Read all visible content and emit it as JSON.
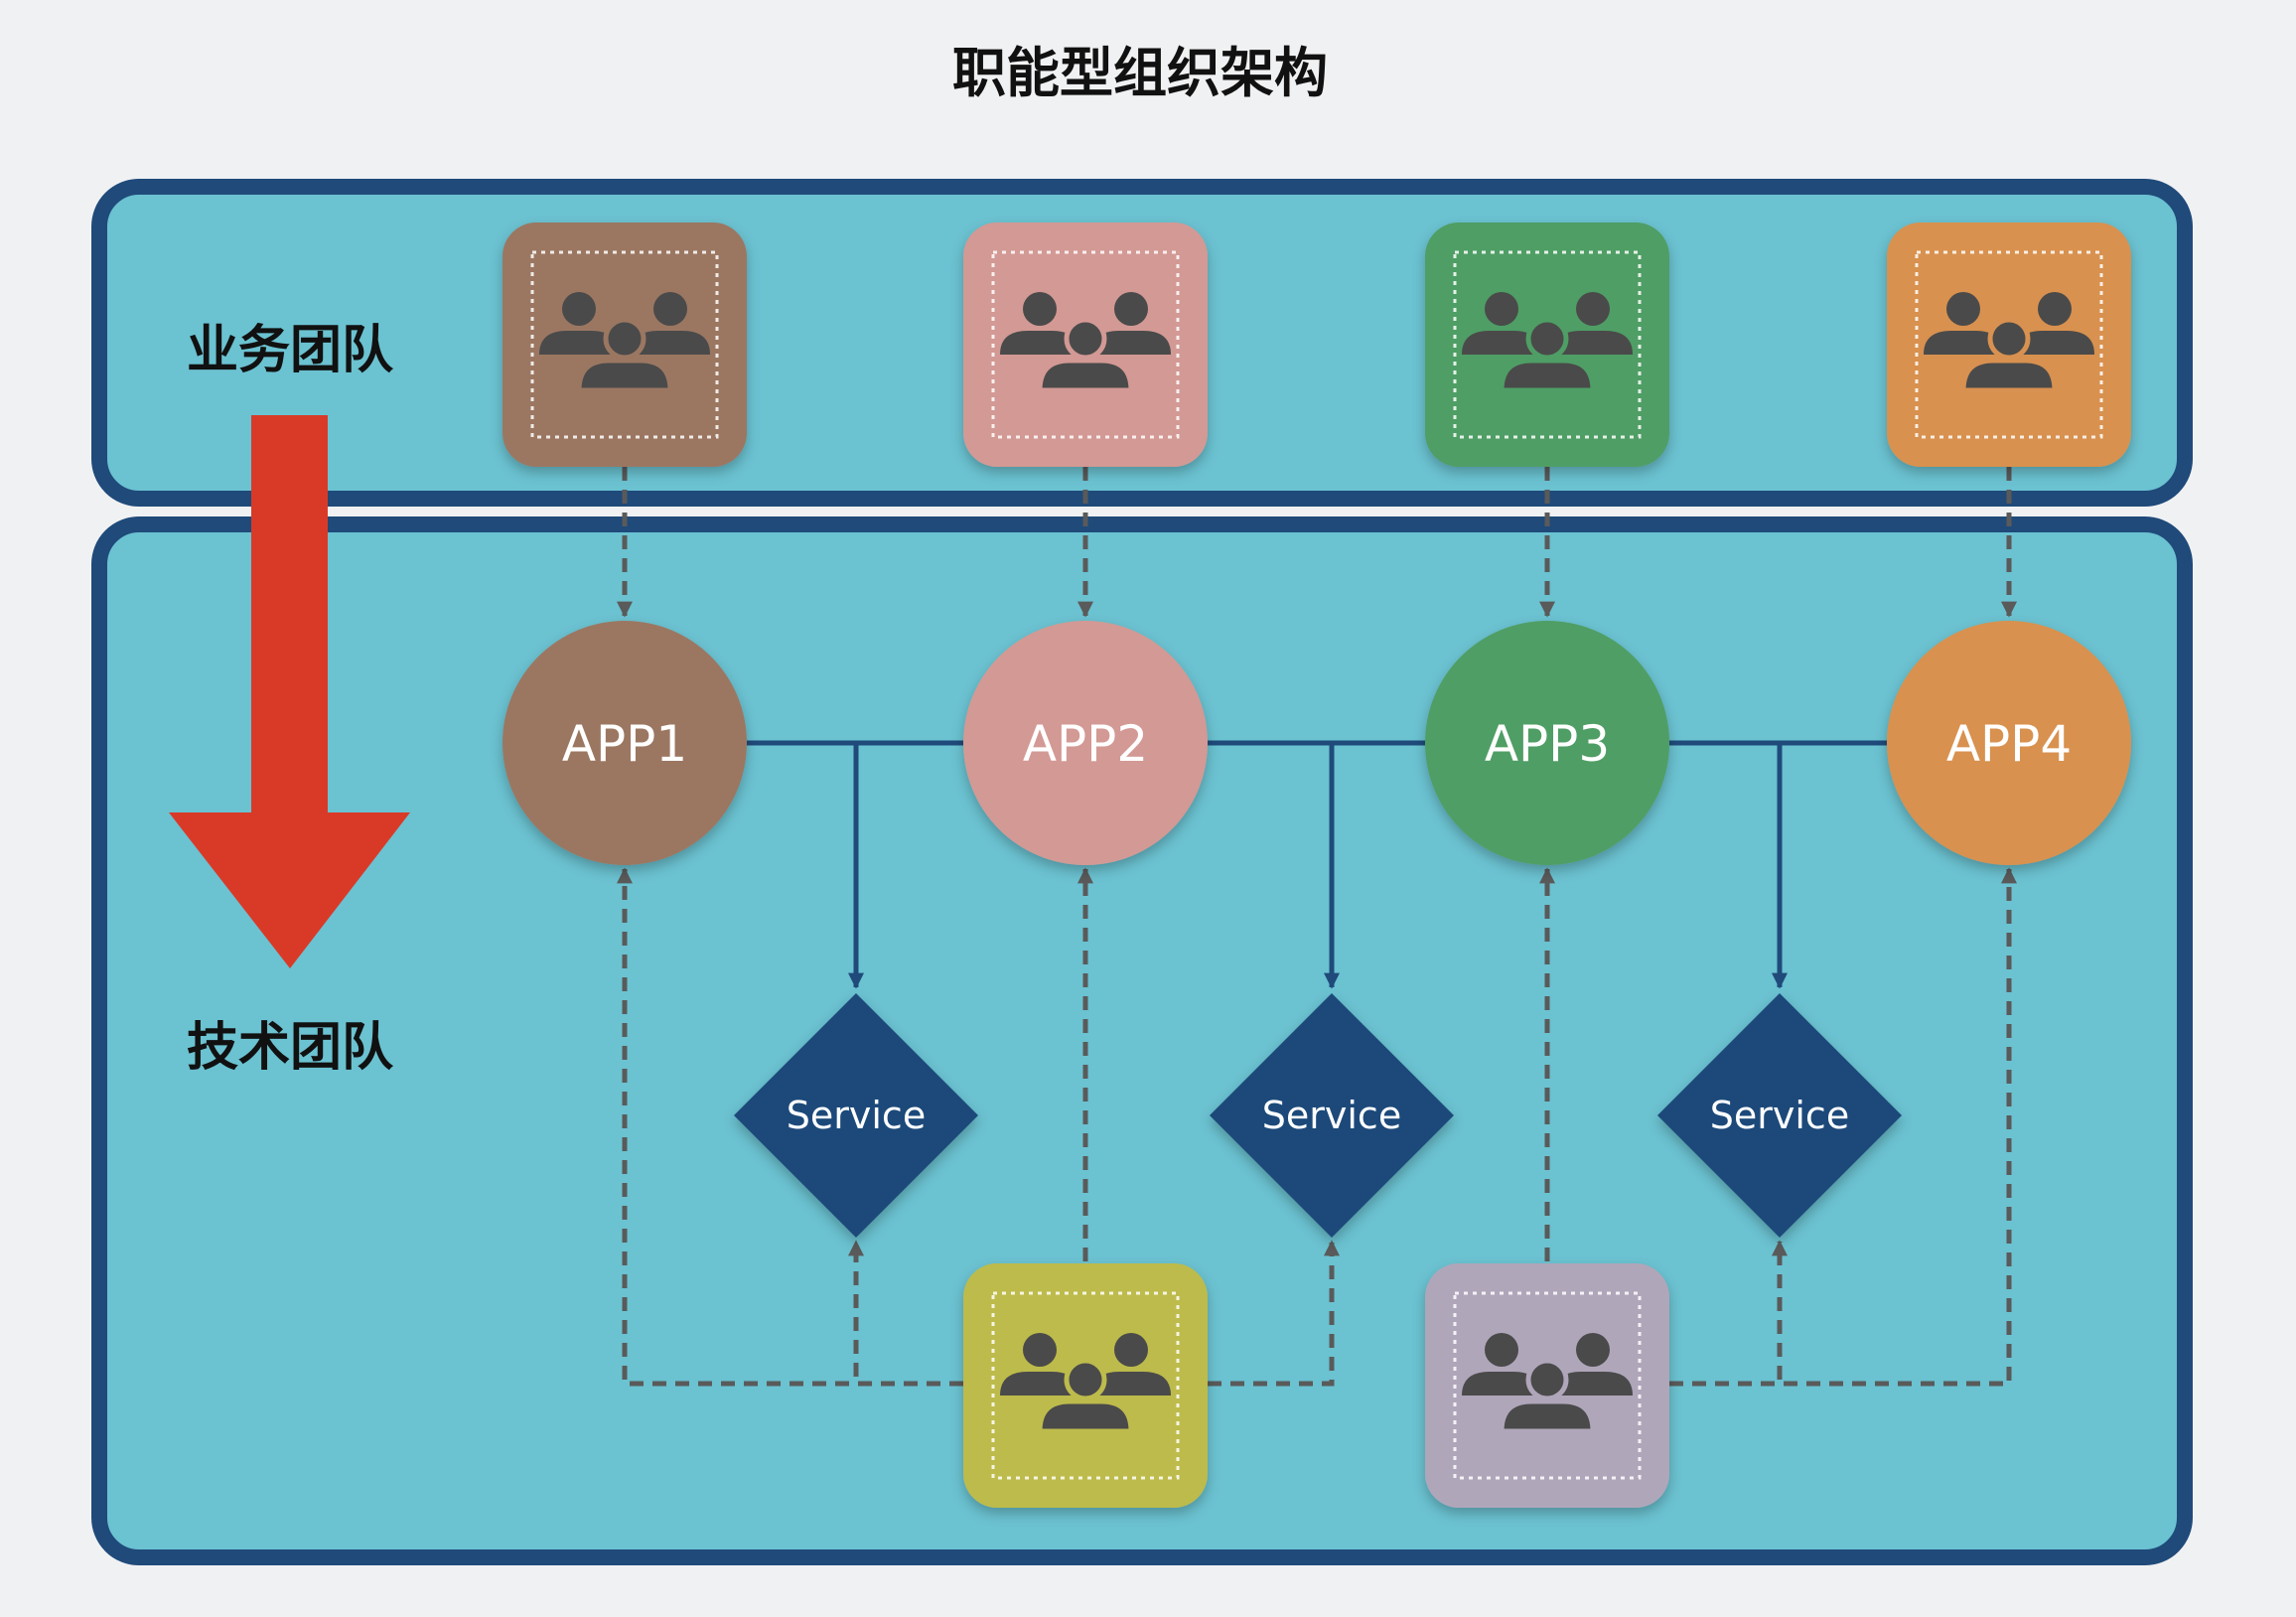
{
  "title": "职能型组织架构",
  "business_layer": {
    "label": "业务团队",
    "teams": [
      {
        "color": "#9b7762",
        "icon": "people-group-icon"
      },
      {
        "color": "#d39994",
        "icon": "people-group-icon"
      },
      {
        "color": "#4f9e65",
        "icon": "people-group-icon"
      },
      {
        "color": "#d89150",
        "icon": "people-group-icon"
      }
    ]
  },
  "tech_layer": {
    "label": "技术团队",
    "apps": [
      {
        "label": "APP1",
        "color": "#9b7762"
      },
      {
        "label": "APP2",
        "color": "#d39994"
      },
      {
        "label": "APP3",
        "color": "#4f9e65"
      },
      {
        "label": "APP4",
        "color": "#d89150"
      }
    ],
    "services": [
      {
        "label": "Service"
      },
      {
        "label": "Service"
      },
      {
        "label": "Service"
      }
    ],
    "shared_teams": [
      {
        "color": "#bdbb4c",
        "icon": "people-group-icon"
      },
      {
        "color": "#b0a6ba",
        "icon": "people-group-icon"
      }
    ]
  },
  "colors": {
    "background": "#f0f1f3",
    "panel_fill": "#6bc2d1",
    "panel_border": "#1f4a7a",
    "service_fill": "#1f4a7a",
    "direction_arrow": "#d93a28",
    "dashed_connector": "#5a5a5a",
    "solid_connector": "#1f4a7a"
  }
}
